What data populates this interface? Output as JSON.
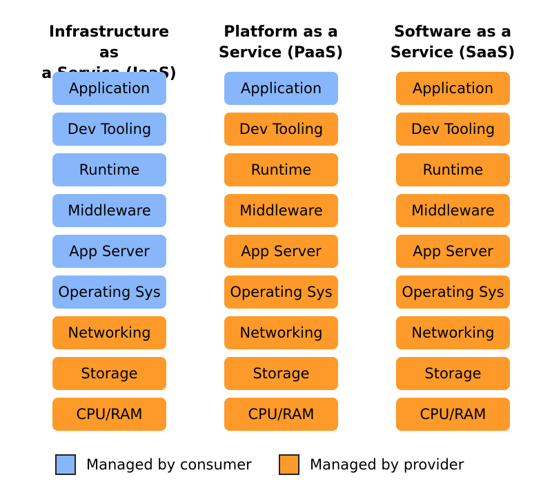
{
  "colors": {
    "consumer": "#88b6fb",
    "provider": "#fd9a29"
  },
  "columns": [
    {
      "title": "Infrastructure as\na Service (IaaS)",
      "layers": [
        {
          "label": "Application",
          "managed_by": "consumer"
        },
        {
          "label": "Dev Tooling",
          "managed_by": "consumer"
        },
        {
          "label": "Runtime",
          "managed_by": "consumer"
        },
        {
          "label": "Middleware",
          "managed_by": "consumer"
        },
        {
          "label": "App Server",
          "managed_by": "consumer"
        },
        {
          "label": "Operating Sys",
          "managed_by": "consumer"
        },
        {
          "label": "Networking",
          "managed_by": "provider"
        },
        {
          "label": "Storage",
          "managed_by": "provider"
        },
        {
          "label": "CPU/RAM",
          "managed_by": "provider"
        }
      ]
    },
    {
      "title": "Platform as a\nService (PaaS)",
      "layers": [
        {
          "label": "Application",
          "managed_by": "consumer"
        },
        {
          "label": "Dev Tooling",
          "managed_by": "provider"
        },
        {
          "label": "Runtime",
          "managed_by": "provider"
        },
        {
          "label": "Middleware",
          "managed_by": "provider"
        },
        {
          "label": "App Server",
          "managed_by": "provider"
        },
        {
          "label": "Operating Sys",
          "managed_by": "provider"
        },
        {
          "label": "Networking",
          "managed_by": "provider"
        },
        {
          "label": "Storage",
          "managed_by": "provider"
        },
        {
          "label": "CPU/RAM",
          "managed_by": "provider"
        }
      ]
    },
    {
      "title": "Software as a\nService (SaaS)",
      "layers": [
        {
          "label": "Application",
          "managed_by": "provider"
        },
        {
          "label": "Dev Tooling",
          "managed_by": "provider"
        },
        {
          "label": "Runtime",
          "managed_by": "provider"
        },
        {
          "label": "Middleware",
          "managed_by": "provider"
        },
        {
          "label": "App Server",
          "managed_by": "provider"
        },
        {
          "label": "Operating Sys",
          "managed_by": "provider"
        },
        {
          "label": "Networking",
          "managed_by": "provider"
        },
        {
          "label": "Storage",
          "managed_by": "provider"
        },
        {
          "label": "CPU/RAM",
          "managed_by": "provider"
        }
      ]
    }
  ],
  "legend": {
    "consumer_label": "Managed by consumer",
    "provider_label": "Managed by provider"
  }
}
